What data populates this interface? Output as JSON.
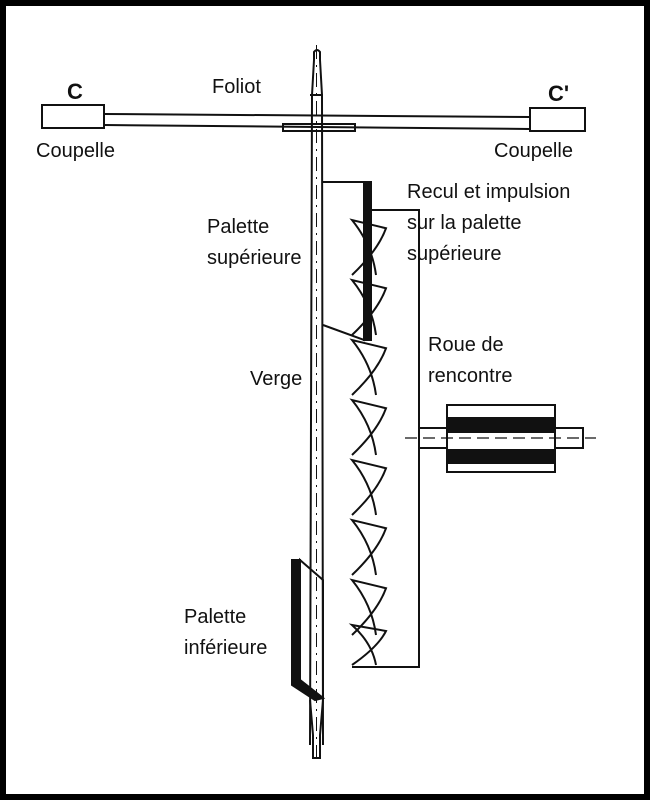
{
  "labels": {
    "foliot": "Foliot",
    "c_left": "C",
    "c_right": "C'",
    "coupelle_left": "Coupelle",
    "coupelle_right": "Coupelle",
    "recul": [
      "Recul et impulsion",
      "sur la palette",
      "supérieure"
    ],
    "palette_sup": [
      "Palette",
      "supérieure"
    ],
    "verge": "Verge",
    "roue": [
      "Roue de",
      "rencontre"
    ],
    "palette_inf": [
      "Palette",
      "inférieure"
    ]
  },
  "colors": {
    "line": "#111111",
    "background": "#ffffff",
    "frame": "#000000"
  }
}
